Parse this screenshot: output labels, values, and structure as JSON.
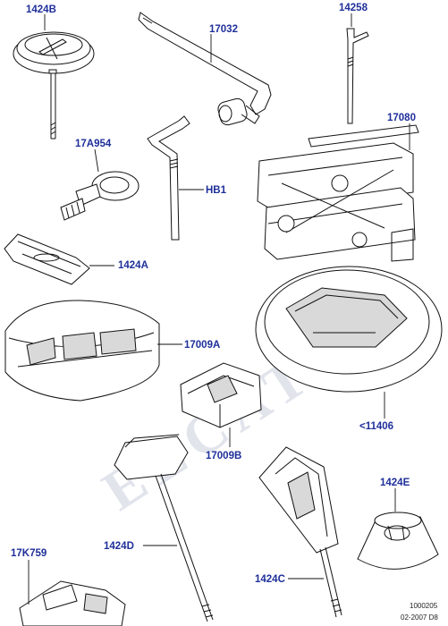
{
  "parts": {
    "p1424B": "1424B",
    "p17032": "17032",
    "p14258": "14258",
    "p17A954": "17A954",
    "pHB1": "HB1",
    "p17080": "17080",
    "p1424A": "1424A",
    "p17009A": "17009A",
    "p11406": "<11406",
    "p17009B": "17009B",
    "p1424E": "1424E",
    "p17K759": "17K759",
    "p1424D": "1424D",
    "p1424C": "1424C"
  },
  "footer": {
    "code": "1000205",
    "date": "02-2007 D8"
  },
  "watermark": "ELCATS"
}
